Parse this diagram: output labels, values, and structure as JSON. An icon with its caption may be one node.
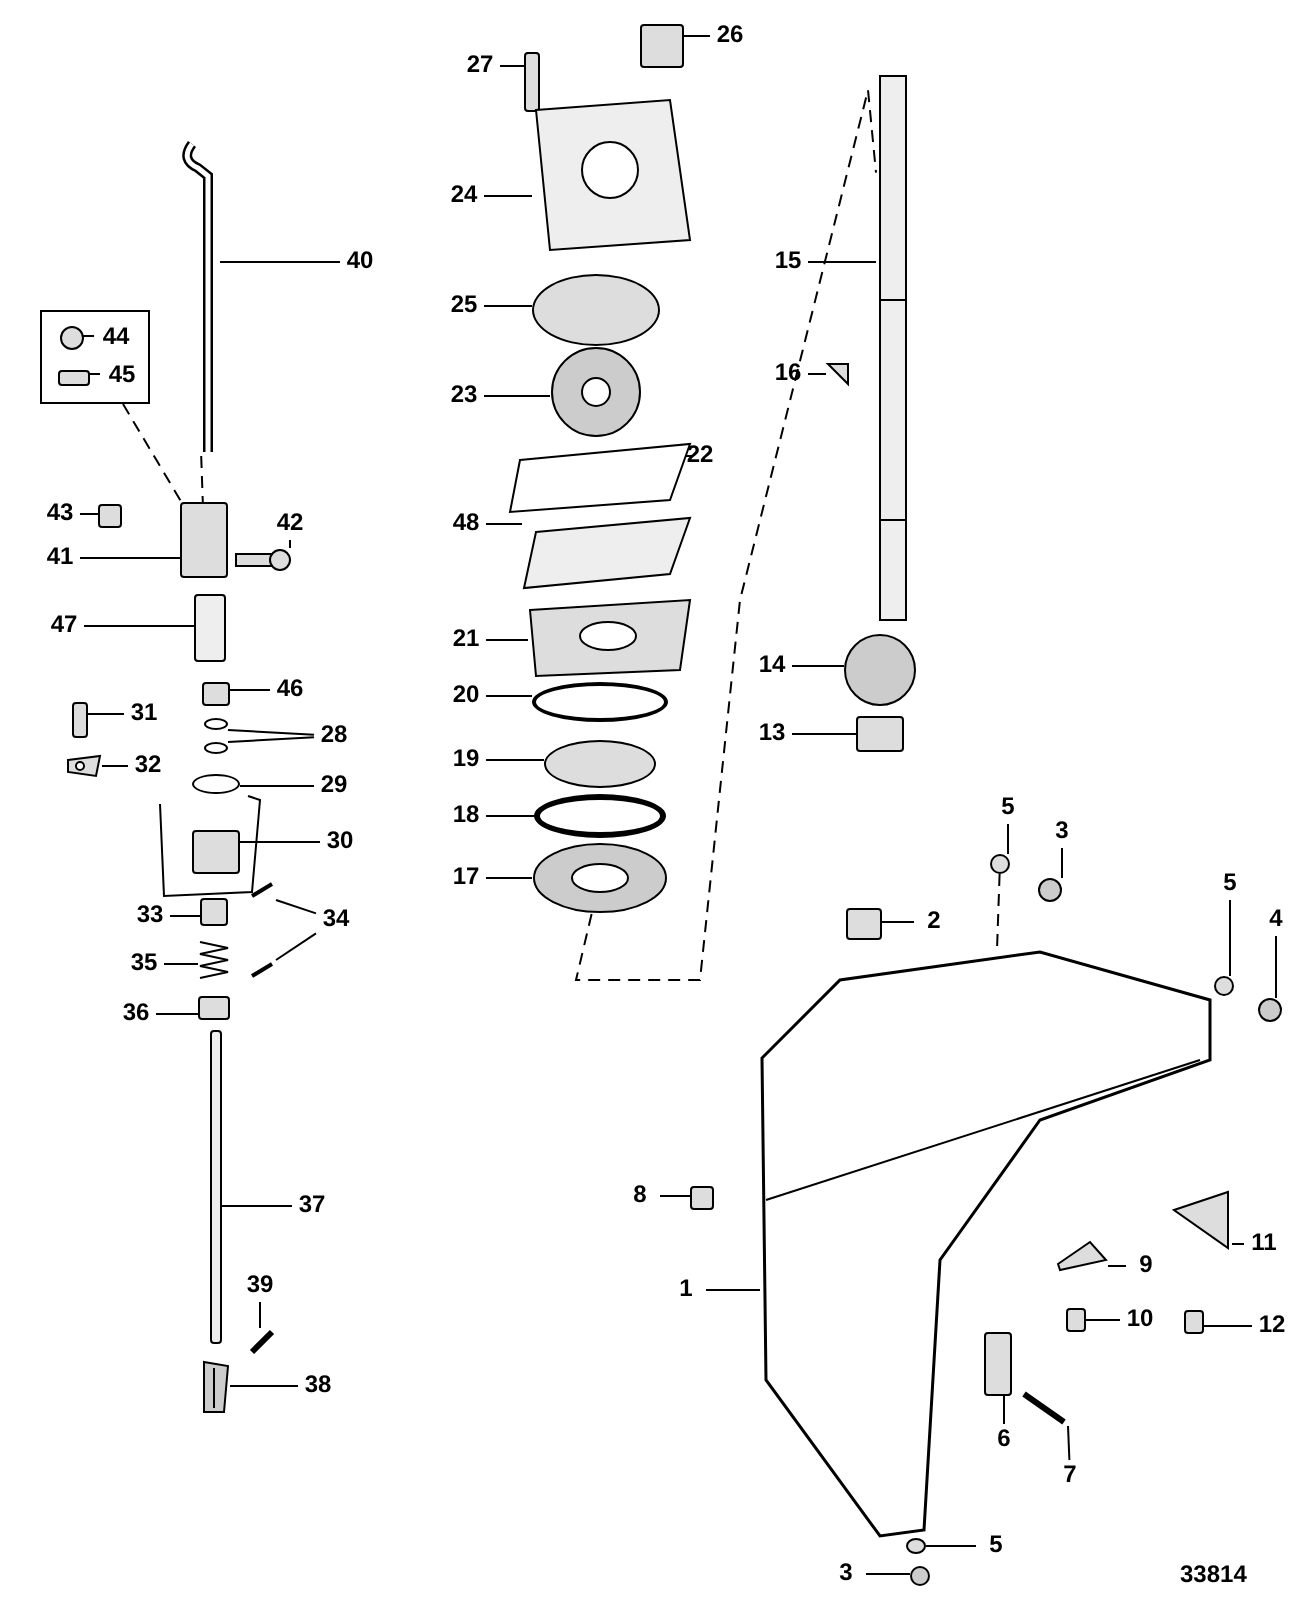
{
  "diagram": {
    "nodes": [
      {
        "text": [],
        "shape": "box"
      },
      {
        "text": [
          "26"
        ]
      },
      {
        "text": [
          "27"
        ]
      },
      {
        "text": [
          "24"
        ]
      },
      {
        "text": [
          "40"
        ]
      },
      {
        "text": [
          "15"
        ]
      },
      {
        "text": [
          "25"
        ]
      },
      {
        "text": [
          "16"
        ]
      },
      {
        "text": [
          "23"
        ]
      },
      {
        "text": [
          "22"
        ]
      },
      {
        "text": [
          "48"
        ]
      },
      {
        "text": [
          "44"
        ],
        "in": 0
      },
      {
        "text": [
          "45"
        ],
        "in": 0
      },
      {
        "text": [
          "21"
        ]
      },
      {
        "text": [
          "14"
        ]
      },
      {
        "text": [
          "20"
        ]
      },
      {
        "text": [
          "43"
        ]
      },
      {
        "text": [
          "42"
        ]
      },
      {
        "text": [
          "13"
        ]
      },
      {
        "text": [
          "19"
        ]
      },
      {
        "text": [
          "41"
        ]
      },
      {
        "text": [
          "5"
        ]
      },
      {
        "text": [
          "18"
        ]
      },
      {
        "text": [
          "3"
        ]
      },
      {
        "text": [
          "47"
        ]
      },
      {
        "text": [
          "17"
        ]
      },
      {
        "text": [
          "2"
        ]
      },
      {
        "text": [
          "46"
        ]
      },
      {
        "text": [
          "5"
        ]
      },
      {
        "text": [
          "28"
        ]
      },
      {
        "text": [
          "4"
        ]
      },
      {
        "text": [
          "31"
        ]
      },
      {
        "text": [
          "29"
        ]
      },
      {
        "text": [
          "32"
        ]
      },
      {
        "text": [
          "30"
        ]
      },
      {
        "text": [
          "34"
        ]
      },
      {
        "text": [
          "33"
        ]
      },
      {
        "text": [
          "35"
        ]
      },
      {
        "text": [
          "8"
        ]
      },
      {
        "text": [
          "36"
        ]
      },
      {
        "text": [
          "9"
        ]
      },
      {
        "text": [
          "1"
        ]
      },
      {
        "text": [
          "39"
        ]
      },
      {
        "text": [
          "11"
        ]
      },
      {
        "text": [
          "10"
        ]
      },
      {
        "text": [
          "12"
        ]
      },
      {
        "text": [
          "38"
        ]
      },
      {
        "text": [
          "37"
        ]
      },
      {
        "text": [
          "6"
        ]
      },
      {
        "text": [
          "7"
        ]
      },
      {
        "text": [
          "5"
        ]
      },
      {
        "text": [
          "3"
        ]
      },
      {
        "text": [],
        "shape": "box"
      },
      {
        "text": [],
        "shape": "box"
      },
      {
        "text": [],
        "shape": "picture"
      },
      {
        "text": [],
        "shape": "picture"
      },
      {
        "text": [],
        "shape": "picture"
      },
      {
        "text": [],
        "shape": "circle"
      },
      {
        "text": [],
        "shape": "picture"
      },
      {
        "text": [],
        "shape": "picture"
      },
      {
        "text": [],
        "shape": "picture"
      },
      {
        "text": [],
        "shape": "picture"
      },
      {
        "text": [],
        "shape": "circle",
        "in": 0
      },
      {
        "text": [],
        "shape": "box",
        "in": 0
      },
      {
        "text": [],
        "shape": "box"
      },
      {
        "text": [],
        "shape": "picture"
      },
      {
        "text": [],
        "shape": "box"
      },
      {
        "text": [],
        "shape": "box"
      },
      {
        "text": [],
        "shape": "box"
      },
      {
        "text": [],
        "shape": "circle"
      },
      {
        "text": [],
        "shape": "circle"
      },
      {
        "text": [],
        "shape": "box"
      },
      {
        "text": [],
        "shape": "picture"
      },
      {
        "text": [],
        "shape": "circle"
      },
      {
        "text": [],
        "shape": "box"
      },
      {
        "text": [],
        "shape": "picture"
      },
      {
        "text": [],
        "shape": "picture"
      },
      {
        "text": [],
        "shape": "box"
      },
      {
        "text": [],
        "shape": "picture"
      },
      {
        "text": [],
        "shape": "box"
      },
      {
        "text": [],
        "shape": "picture"
      },
      {
        "text": [],
        "shape": "picture"
      },
      {
        "text": [],
        "shape": "box"
      },
      {
        "text": [],
        "shape": "picture"
      },
      {
        "text": [],
        "shape": "circle"
      },
      {
        "text": [],
        "shape": "circle"
      },
      {
        "text": [],
        "shape": "circle"
      },
      {
        "text": [],
        "shape": "picture"
      },
      {
        "text": [],
        "shape": "circle"
      },
      {
        "text": [],
        "shape": "box"
      },
      {
        "text": [],
        "shape": "box"
      },
      {
        "text": [],
        "shape": "circle"
      },
      {
        "text": [],
        "shape": "circle"
      },
      {
        "text": [],
        "shape": "circle"
      },
      {
        "text": [],
        "shape": "circle"
      },
      {
        "text": [],
        "shape": "picture"
      },
      {
        "text": [],
        "shape": "box"
      },
      {
        "text": [],
        "shape": "picture"
      },
      {
        "text": [],
        "shape": "box"
      },
      {
        "text": [],
        "shape": "picture"
      },
      {
        "text": [],
        "shape": "box"
      },
      {
        "text": [],
        "shape": "box"
      },
      {
        "text": [],
        "shape": "picture"
      },
      {
        "text": [],
        "shape": "circle"
      },
      {
        "text": [],
        "shape": "circle"
      }
    ],
    "edges": [
      {
        "from": 1,
        "to": 52,
        "arrow": "none"
      },
      {
        "from": 2,
        "to": 53,
        "arrow": "none"
      },
      {
        "from": 3,
        "to": 54,
        "arrow": "none"
      },
      {
        "from": 4,
        "to": 55,
        "arrow": "none"
      },
      {
        "from": 5,
        "to": 56,
        "arrow": "none"
      },
      {
        "from": 6,
        "to": 57,
        "arrow": "none"
      },
      {
        "from": 7,
        "to": 58,
        "arrow": "none"
      },
      {
        "from": 8,
        "to": 59,
        "arrow": "none"
      },
      {
        "from": 9,
        "to": 60,
        "arrow": "none"
      },
      {
        "from": 10,
        "to": 61,
        "arrow": "none"
      },
      {
        "from": 11,
        "to": 62,
        "arrow": "none"
      },
      {
        "from": 12,
        "to": 63,
        "arrow": "none"
      },
      {
        "from": 13,
        "to": 83,
        "arrow": "none"
      },
      {
        "from": 14,
        "to": 88,
        "arrow": "none"
      },
      {
        "from": 15,
        "to": 84,
        "arrow": "none"
      },
      {
        "from": 16,
        "to": 64,
        "arrow": "none"
      },
      {
        "from": 17,
        "to": 65,
        "arrow": "none"
      },
      {
        "from": 18,
        "to": 89,
        "arrow": "none"
      },
      {
        "from": 19,
        "to": 85,
        "arrow": "none"
      },
      {
        "from": 20,
        "to": 66,
        "arrow": "none"
      },
      {
        "from": 21,
        "to": 91,
        "arrow": "none"
      },
      {
        "from": 22,
        "to": 86,
        "arrow": "none"
      },
      {
        "from": 23,
        "to": 92,
        "arrow": "none"
      },
      {
        "from": 24,
        "to": 67,
        "arrow": "none"
      },
      {
        "from": 25,
        "to": 87,
        "arrow": "none"
      },
      {
        "from": 26,
        "to": 90,
        "arrow": "none"
      },
      {
        "from": 27,
        "to": 68,
        "arrow": "none"
      },
      {
        "from": 28,
        "to": 93,
        "arrow": "none"
      },
      {
        "from": 29,
        "to": 69,
        "arrow": "none"
      },
      {
        "from": 29,
        "to": 70,
        "arrow": "none"
      },
      {
        "from": 30,
        "to": 94,
        "arrow": "none"
      },
      {
        "from": 31,
        "to": 71,
        "arrow": "none"
      },
      {
        "from": 32,
        "to": 73,
        "arrow": "none"
      },
      {
        "from": 33,
        "to": 72,
        "arrow": "none"
      },
      {
        "from": 34,
        "to": 74,
        "arrow": "none"
      },
      {
        "from": 35,
        "to": 75,
        "arrow": "none"
      },
      {
        "from": 35,
        "to": 76,
        "arrow": "none"
      },
      {
        "from": 36,
        "to": 77,
        "arrow": "none"
      },
      {
        "from": 37,
        "to": 78,
        "arrow": "none"
      },
      {
        "from": 38,
        "to": 96,
        "arrow": "none"
      },
      {
        "from": 39,
        "to": 79,
        "arrow": "none"
      },
      {
        "from": 40,
        "to": 97,
        "arrow": "none"
      },
      {
        "from": 41,
        "to": 95,
        "arrow": "none"
      },
      {
        "from": 42,
        "to": 80,
        "arrow": "none"
      },
      {
        "from": 43,
        "to": 99,
        "arrow": "none"
      },
      {
        "from": 44,
        "to": 98,
        "arrow": "none"
      },
      {
        "from": 45,
        "to": 100,
        "arrow": "none"
      },
      {
        "from": 46,
        "to": 81,
        "arrow": "none"
      },
      {
        "from": 47,
        "to": 82,
        "arrow": "none"
      },
      {
        "from": 48,
        "to": 101,
        "arrow": "none"
      },
      {
        "from": 49,
        "to": 102,
        "arrow": "none"
      },
      {
        "from": 50,
        "to": 103,
        "arrow": "none"
      },
      {
        "from": 51,
        "to": 104,
        "arrow": "none"
      },
      {
        "from": 0,
        "to": 66,
        "arrow": "none",
        "style": "dashed"
      },
      {
        "from": 55,
        "to": 66,
        "arrow": "none",
        "style": "dashed"
      },
      {
        "from": 87,
        "to": 56,
        "arrow": "none",
        "style": "dashed"
      },
      {
        "from": 91,
        "to": 95,
        "arrow": "none",
        "style": "dashed"
      }
    ],
    "labels": [
      "33814"
    ]
  }
}
